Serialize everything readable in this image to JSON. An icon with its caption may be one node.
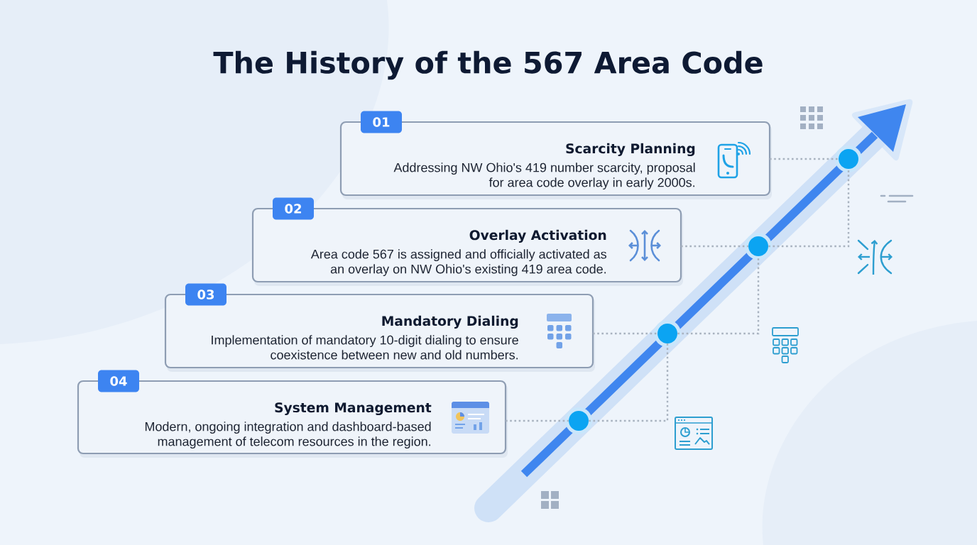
{
  "diagram": {
    "title": "The History of the 567 Area Code",
    "nodes": [
      {
        "text": [
          "01",
          "Scarcity Planning",
          "Addressing NW Ohio's 419 number scarcity, proposal for area code overlay in early 2000s."
        ]
      },
      {
        "text": [
          "02",
          "Overlay Activation",
          "Area code 567 is assigned and officially activated as an overlay on NW Ohio's existing 419 area code."
        ]
      },
      {
        "text": [
          "03",
          "Mandatory Dialing",
          "Implementation of mandatory 10-digit dialing to ensure coexistence between new and old numbers."
        ]
      },
      {
        "text": [
          "04",
          "System Management",
          "Modern, ongoing integration and dashboard-based management of telecom resources in the region."
        ]
      },
      {
        "text": [],
        "shape": "circle"
      },
      {
        "text": [],
        "shape": "circle"
      },
      {
        "text": [],
        "shape": "circle"
      },
      {
        "text": [],
        "shape": "circle"
      }
    ],
    "edges": [
      {
        "from": 0,
        "to": 4,
        "arrow": "none"
      },
      {
        "from": 1,
        "to": 5,
        "arrow": "none"
      },
      {
        "from": 2,
        "to": 6,
        "arrow": "none"
      },
      {
        "from": 3,
        "to": 7,
        "arrow": "none"
      },
      {
        "from": 5,
        "to": 4,
        "arrow": "none"
      },
      {
        "from": 6,
        "to": 5,
        "arrow": "none"
      },
      {
        "from": 7,
        "to": 6,
        "arrow": "none"
      }
    ]
  }
}
